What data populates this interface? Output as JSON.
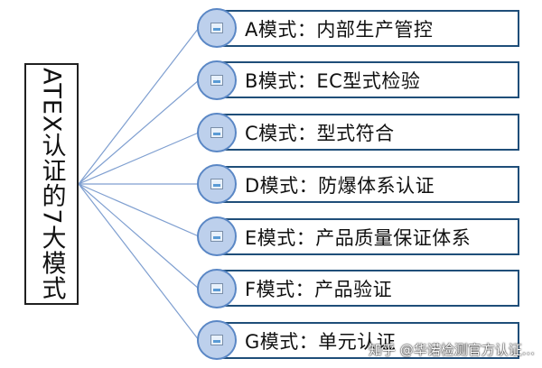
{
  "root": {
    "label": "ATEX认证的7大模式"
  },
  "items": [
    {
      "label": "A模式：内部生产管控"
    },
    {
      "label": "B模式：EC型式检验"
    },
    {
      "label": "C模式：型式符合"
    },
    {
      "label": "D模式：防爆体系认证"
    },
    {
      "label": "E模式：产品质量保证体系"
    },
    {
      "label": "F模式：产品验证"
    },
    {
      "label": "G模式：单元认证"
    }
  ],
  "icons": {
    "node": "image-placeholder-icon"
  },
  "colors": {
    "connector": "#7f9fd0",
    "node_fill": "#bdd0ec",
    "node_border": "#5a87c5",
    "box_border": "#1f4e79",
    "root_border": "#202020"
  },
  "watermark": {
    "text": "知乎 @华诺检测官方认证..."
  }
}
